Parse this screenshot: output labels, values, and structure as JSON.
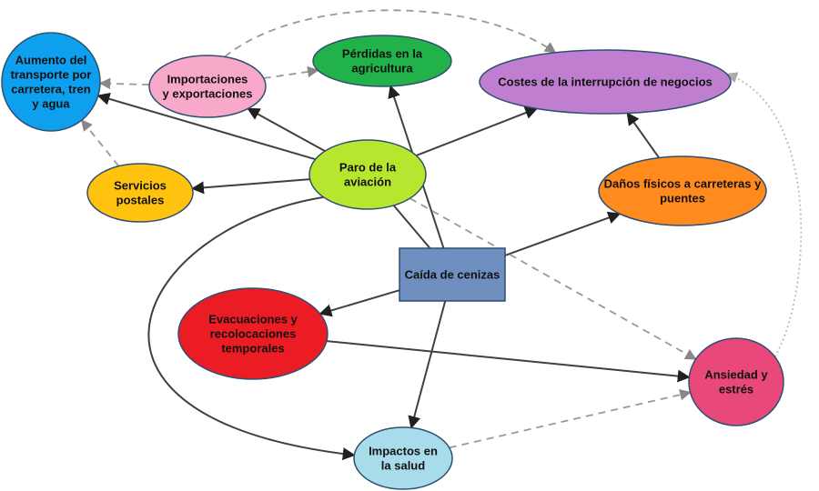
{
  "colors": {
    "edge_solid": "#404040",
    "edge_dashed": "#999999",
    "edge_dotted": "#bbbbbb"
  },
  "nodes": [
    {
      "id": "caida",
      "shape": "rect",
      "lines": [
        "Caída de cenizas"
      ],
      "fill": "#6f8fc0"
    },
    {
      "id": "aviacion",
      "shape": "ellipse",
      "lines": [
        "Paro de la",
        "aviación"
      ],
      "fill": "#b7e62e"
    },
    {
      "id": "transporte",
      "shape": "ellipse",
      "lines": [
        "Aumento del",
        "transporte por",
        "carretera, tren",
        "y agua"
      ],
      "fill": "#0ea0ee"
    },
    {
      "id": "importaciones",
      "shape": "ellipse",
      "lines": [
        "Importaciones",
        "y exportaciones"
      ],
      "fill": "#f8a8c8"
    },
    {
      "id": "agricultura",
      "shape": "ellipse",
      "lines": [
        "Pérdidas en la",
        "agricultura"
      ],
      "fill": "#22b24a"
    },
    {
      "id": "costes",
      "shape": "ellipse",
      "lines": [
        "Costes de la interrupción de negocios"
      ],
      "fill": "#c07ed0"
    },
    {
      "id": "postales",
      "shape": "ellipse",
      "lines": [
        "Servicios",
        "postales"
      ],
      "fill": "#ffc20e"
    },
    {
      "id": "danos",
      "shape": "ellipse",
      "lines": [
        "Daños físicos a carreteras y",
        "puentes"
      ],
      "fill": "#ff8a1e"
    },
    {
      "id": "evacuaciones",
      "shape": "ellipse",
      "lines": [
        "Evacuaciones y",
        "recolocaciones",
        "temporales"
      ],
      "fill": "#ec1c24"
    },
    {
      "id": "ansiedad",
      "shape": "ellipse",
      "lines": [
        "Ansiedad y",
        "estrés"
      ],
      "fill": "#e8487a"
    },
    {
      "id": "salud",
      "shape": "ellipse",
      "lines": [
        "Impactos en",
        "la salud"
      ],
      "fill": "#a8dcea"
    }
  ],
  "edges": [
    {
      "from": "caida",
      "to": "aviacion",
      "style": "solid",
      "arrow": false
    },
    {
      "from": "caida",
      "to": "agricultura",
      "style": "solid",
      "arrow": true
    },
    {
      "from": "caida",
      "to": "danos",
      "style": "solid",
      "arrow": true
    },
    {
      "from": "caida",
      "to": "evacuaciones",
      "style": "solid",
      "arrow": true
    },
    {
      "from": "caida",
      "to": "salud",
      "style": "solid",
      "arrow": true
    },
    {
      "from": "aviacion",
      "to": "transporte",
      "style": "solid",
      "arrow": true
    },
    {
      "from": "aviacion",
      "to": "importaciones",
      "style": "solid",
      "arrow": true
    },
    {
      "from": "aviacion",
      "to": "postales",
      "style": "solid",
      "arrow": true
    },
    {
      "from": "aviacion",
      "to": "costes",
      "style": "solid",
      "arrow": true
    },
    {
      "from": "aviacion",
      "to": "ansiedad",
      "style": "dashed",
      "arrow": true
    },
    {
      "from": "aviacion",
      "to": "salud",
      "style": "solid",
      "arrow": true,
      "curve": "left-loop"
    },
    {
      "from": "danos",
      "to": "costes",
      "style": "solid",
      "arrow": true
    },
    {
      "from": "evacuaciones",
      "to": "ansiedad",
      "style": "solid",
      "arrow": true
    },
    {
      "from": "importaciones",
      "to": "transporte",
      "style": "dashed",
      "arrow": true
    },
    {
      "from": "importaciones",
      "to": "agricultura",
      "style": "dashed",
      "arrow": true
    },
    {
      "from": "importaciones",
      "to": "costes",
      "style": "dashed",
      "arrow": true,
      "curve": "top-arc"
    },
    {
      "from": "postales",
      "to": "transporte",
      "style": "dashed",
      "arrow": true
    },
    {
      "from": "salud",
      "to": "ansiedad",
      "style": "dashed",
      "arrow": true
    },
    {
      "from": "ansiedad",
      "to": "costes",
      "style": "dotted",
      "arrow": true,
      "curve": "right-arc"
    }
  ]
}
